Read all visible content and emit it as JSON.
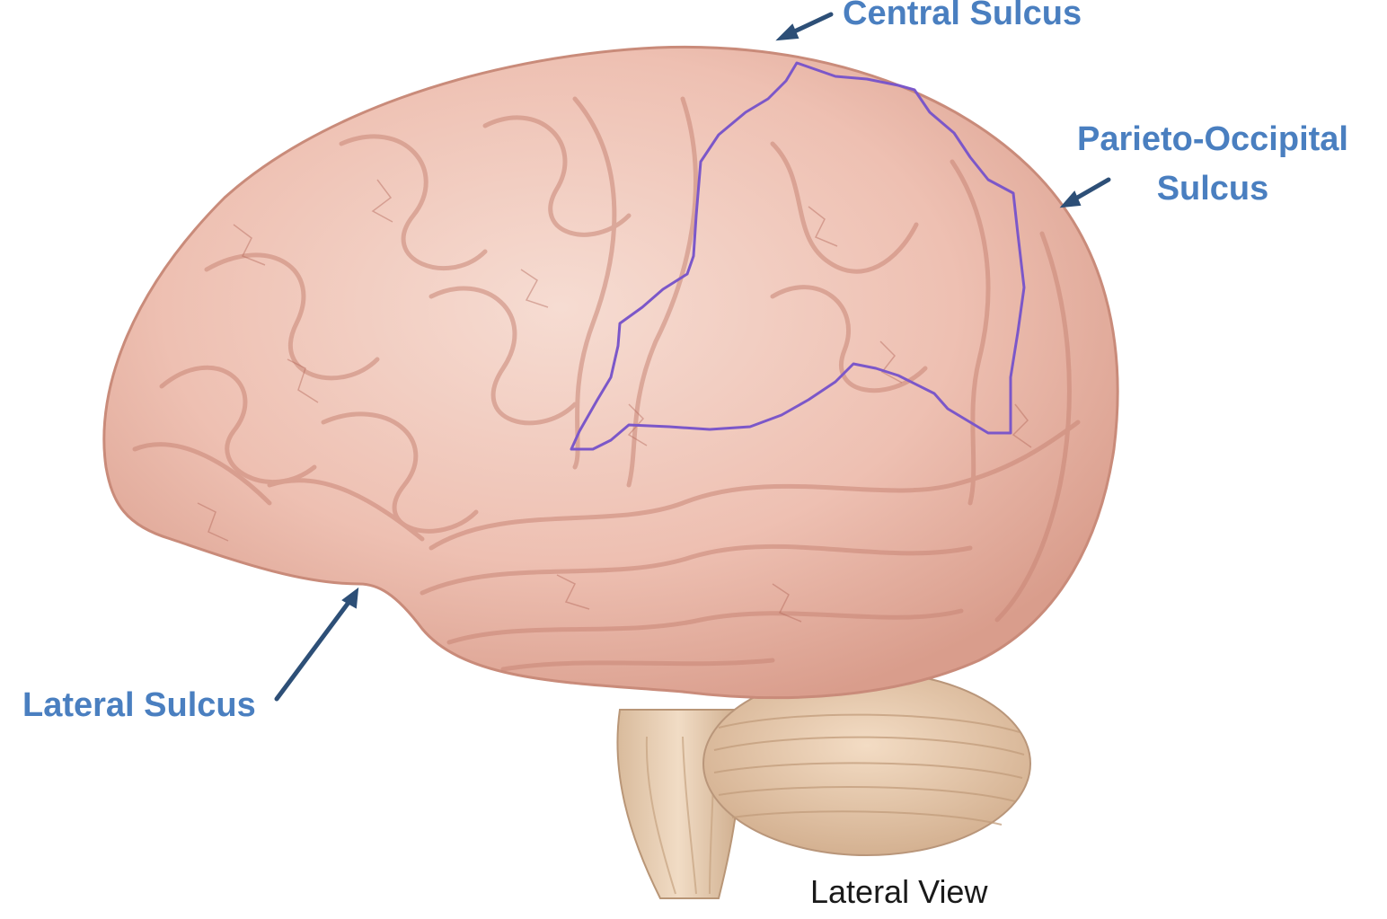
{
  "labels": {
    "central": "Central Sulcus",
    "parieto_line1": "Parieto-Occipital",
    "parieto_line2": "Sulcus",
    "lateral": "Lateral Sulcus"
  },
  "caption": "Lateral View",
  "colors": {
    "label": "#4a7fc0",
    "arrow": "#2d4f77",
    "outline": "#7b57c9",
    "cortex": "#ecc3b6",
    "cerebellum": "#e8cdb2",
    "caption": "#1a1a1a"
  }
}
